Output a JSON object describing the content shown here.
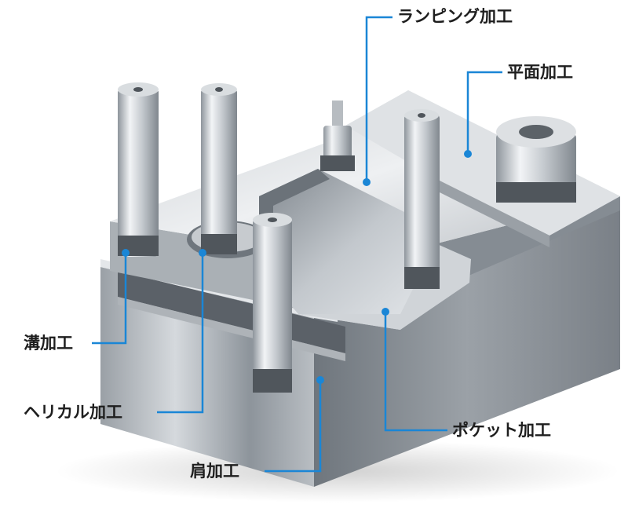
{
  "colors": {
    "leader_line": "#1a86d6",
    "label_text": "#1e1e1e",
    "background": "#ffffff"
  },
  "labels": {
    "ramping": "ランピング加工",
    "face_milling": "平面加工",
    "slotting": "溝加工",
    "helical": "ヘリカル加工",
    "shoulder": "肩加工",
    "pocket": "ポケット加工"
  }
}
